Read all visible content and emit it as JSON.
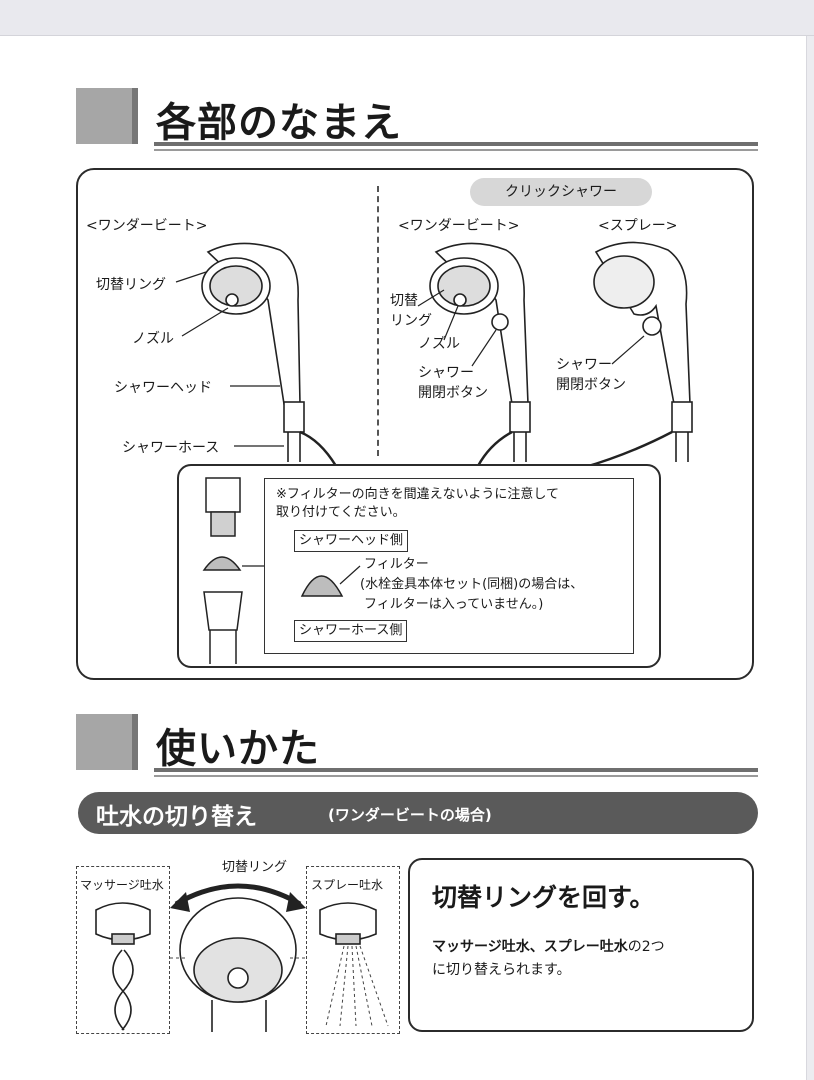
{
  "sections": {
    "parts_title": "各部のなまえ",
    "usage_title": "使いかた"
  },
  "parts": {
    "click_shower": "クリックシャワー",
    "left_head": "<ワンダービート>",
    "mid_head": "<ワンダービート>",
    "right_head": "<スプレー>",
    "switch_ring": "切替リング",
    "nozzle": "ノズル",
    "shower_head": "シャワーヘッド",
    "shower_hose": "シャワーホース",
    "mid_switch_ring_1": "切替",
    "mid_switch_ring_2": "リング",
    "mid_nozzle": "ノズル",
    "mid_button_1": "シャワー",
    "mid_button_2": "開閉ボタン",
    "right_button_1": "シャワー",
    "right_button_2": "開閉ボタン"
  },
  "filter_note": {
    "line1": "※フィルターの向きを間違えないように注意して",
    "line2": "取り付けてください。",
    "head_side": "シャワーヘッド側",
    "filter": "フィルター",
    "filter_note1": "(水栓金具本体セット(同梱)の場合は、",
    "filter_note2": "フィルターは入っていません。)",
    "hose_side": "シャワーホース側"
  },
  "switching": {
    "bar_title": "吐水の切り替え",
    "bar_sub": "(ワンダービートの場合)",
    "massage": "マッサージ吐水",
    "ring": "切替リング",
    "spray": "スプレー吐水",
    "instruction": "切替リングを回す。",
    "desc_b1": "マッサージ吐水",
    "desc_sep": "、",
    "desc_b2": "スプレー吐水",
    "desc_tail": "の2つ",
    "desc_line2": "に切り替えられます。"
  }
}
